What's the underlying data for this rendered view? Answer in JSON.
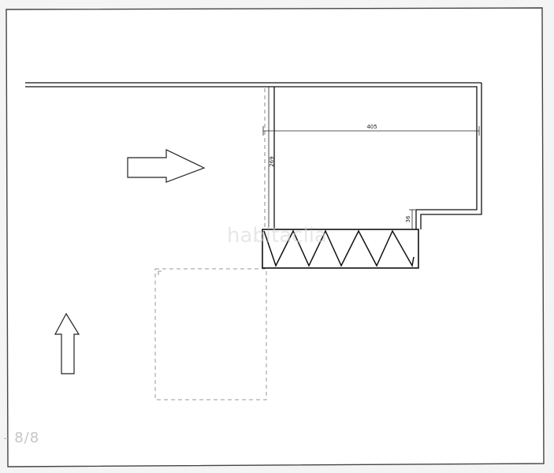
{
  "viewer": {
    "page_counter": "- 8/8",
    "watermark": "habitaclia"
  },
  "plan": {
    "dimensions": {
      "width_label": "405",
      "height_label": "269",
      "step_label": "36"
    },
    "arrows": [
      "arrow-right",
      "arrow-up"
    ]
  }
}
